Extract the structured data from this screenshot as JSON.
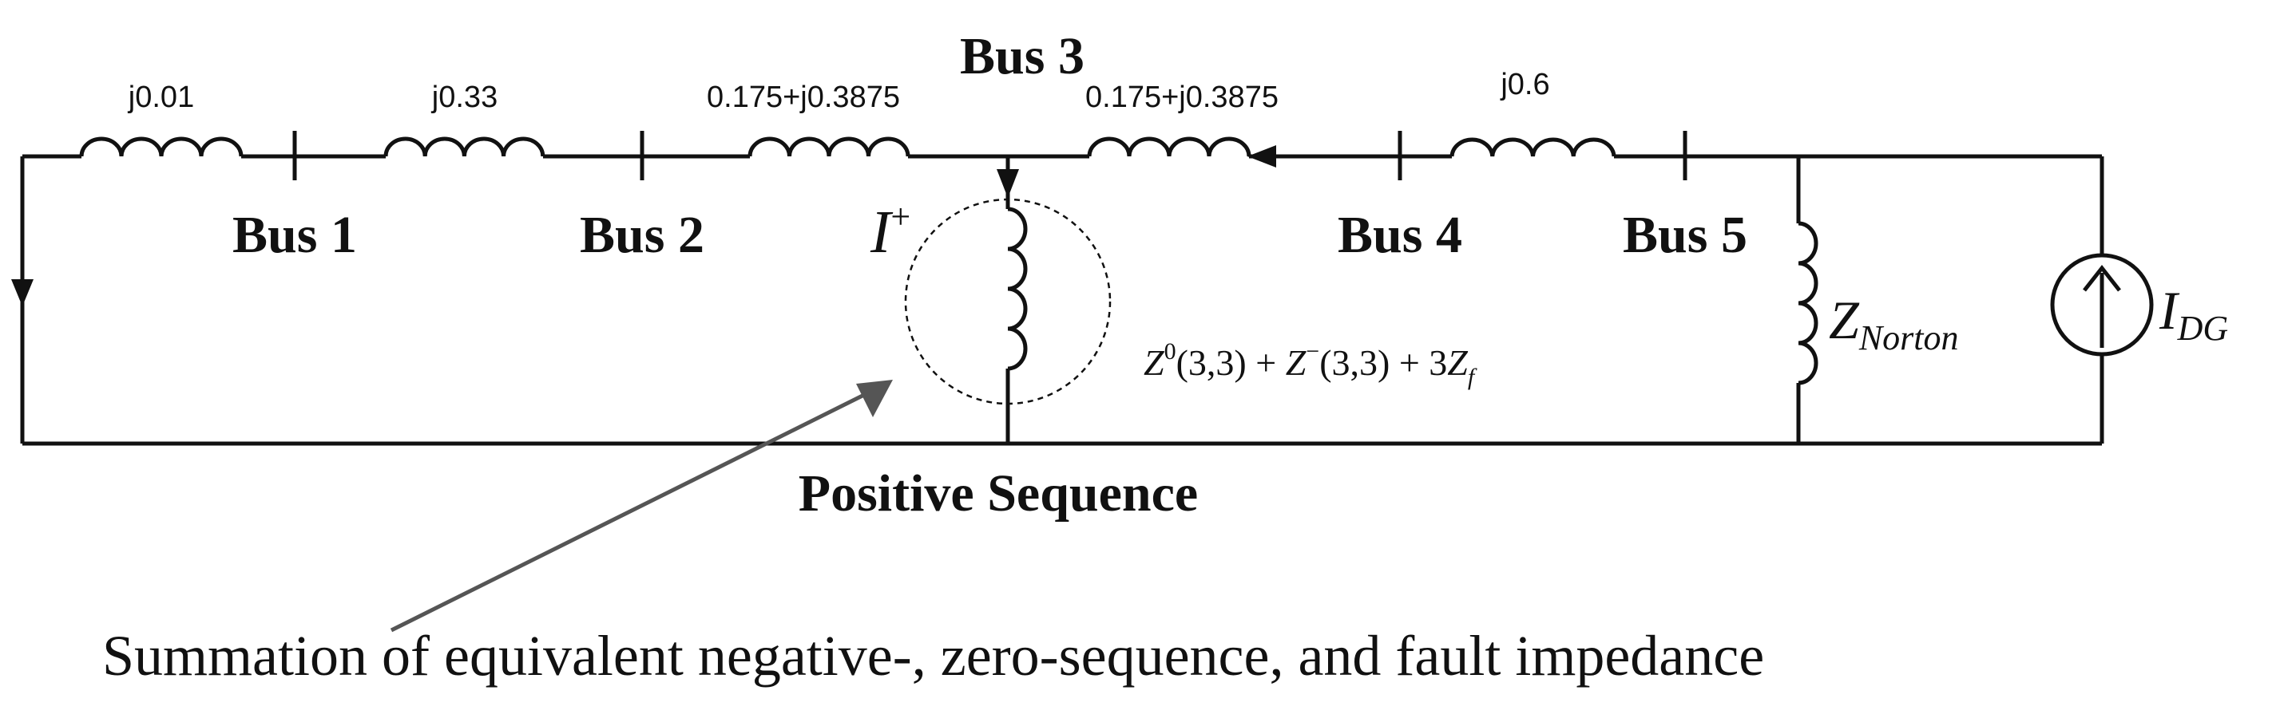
{
  "lines": {
    "z_bus0_bus1": "j0.01",
    "z_bus1_bus2": "j0.33",
    "z_bus2_bus3": "0.175+j0.3875",
    "z_bus3_bus4": "0.175+j0.3875",
    "z_bus4_bus5": "j0.6"
  },
  "buses": {
    "bus1": "Bus 1",
    "bus2": "Bus 2",
    "bus3": "Bus 3",
    "bus4": "Bus 4",
    "bus5": "Bus 5"
  },
  "fault": {
    "current_symbol": "I",
    "current_superscript": "+",
    "equiv_impedance": {
      "z0": "Z",
      "z0_sup": "0",
      "z0_arg": "(3,3) + ",
      "zneg": "Z",
      "zneg_sup": "−",
      "zneg_arg": "(3,3) + 3",
      "zf": "Z",
      "zf_sub": "f"
    }
  },
  "norton": {
    "z_symbol": "Z",
    "z_sub": "Norton",
    "i_symbol": "I",
    "i_sub": "DG"
  },
  "captions": {
    "network_title": "Positive Sequence",
    "annotation": "Summation of equivalent negative-, zero-sequence, and fault impedance"
  }
}
